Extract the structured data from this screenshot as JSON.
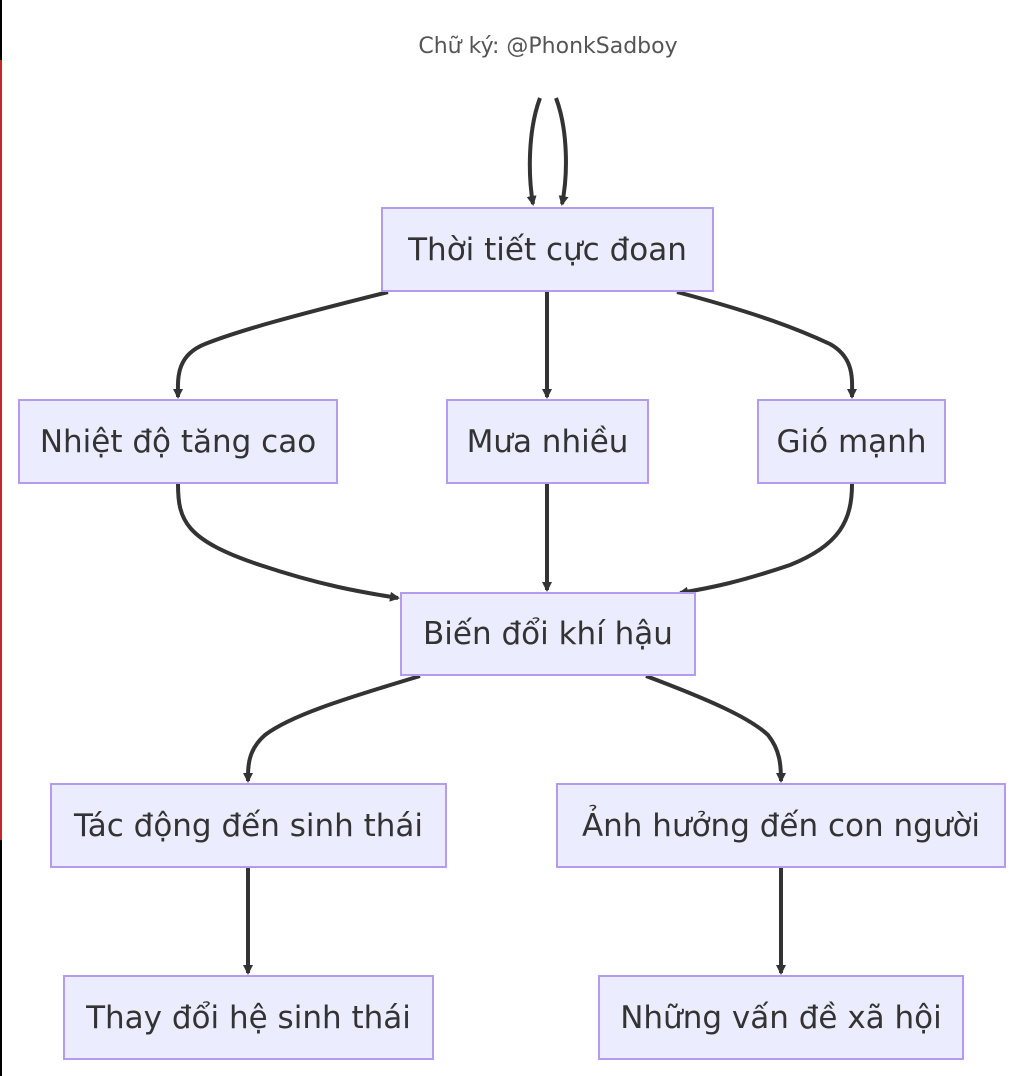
{
  "signature": "Chữ ký: @PhonkSadboy",
  "colors": {
    "node_fill": "#ececff",
    "node_border": "#b49bef",
    "edge": "#333333",
    "text": "#333333"
  },
  "nodes": {
    "thoi_tiet": "Thời tiết cực đoan",
    "nhiet_do": "Nhiệt độ tăng cao",
    "mua_nhieu": "Mưa nhiều",
    "gio_manh": "Gió mạnh",
    "bien_doi": "Biến đổi khí hậu",
    "tac_dong": "Tác động đến sinh thái",
    "anh_huong": "Ảnh hưởng đến con người",
    "thay_doi": "Thay đổi hệ sinh thái",
    "van_de": "Những vấn đề xã hội"
  },
  "edges": [
    [
      "signature",
      "thoi_tiet"
    ],
    [
      "signature",
      "thoi_tiet"
    ],
    [
      "thoi_tiet",
      "nhiet_do"
    ],
    [
      "thoi_tiet",
      "mua_nhieu"
    ],
    [
      "thoi_tiet",
      "gio_manh"
    ],
    [
      "nhiet_do",
      "bien_doi"
    ],
    [
      "mua_nhieu",
      "bien_doi"
    ],
    [
      "gio_manh",
      "bien_doi"
    ],
    [
      "bien_doi",
      "tac_dong"
    ],
    [
      "bien_doi",
      "anh_huong"
    ],
    [
      "tac_dong",
      "thay_doi"
    ],
    [
      "anh_huong",
      "van_de"
    ]
  ]
}
